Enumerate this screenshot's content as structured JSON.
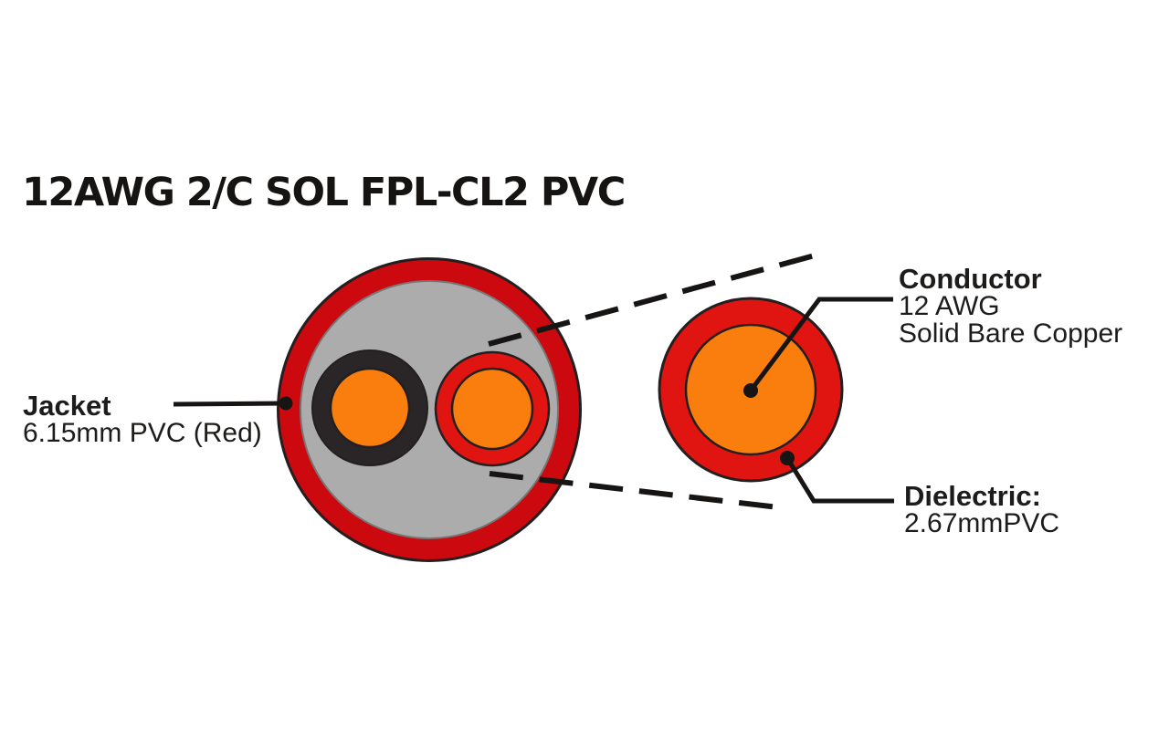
{
  "title": "12AWG 2/C SOL FPL-CL2 PVC",
  "labels": {
    "jacket": {
      "title": "Jacket",
      "spec": "6.15mm PVC (Red)"
    },
    "conductor": {
      "title": "Conductor",
      "gauge": "12 AWG",
      "material": "Solid Bare Copper"
    },
    "dielectric": {
      "title": "Dielectric:",
      "spec": "2.67mmPVC"
    }
  },
  "colors": {
    "jacket_red": "#cb090e",
    "insulation_red": "#e01410",
    "conductor_orange": "#f97e0d",
    "filler_gray": "#adacad",
    "insulation_black": "#2a2627",
    "outline_dark": "#231f20",
    "line_black": "#171514",
    "text_black": "#1d1c1b",
    "background": "#ffffff"
  }
}
